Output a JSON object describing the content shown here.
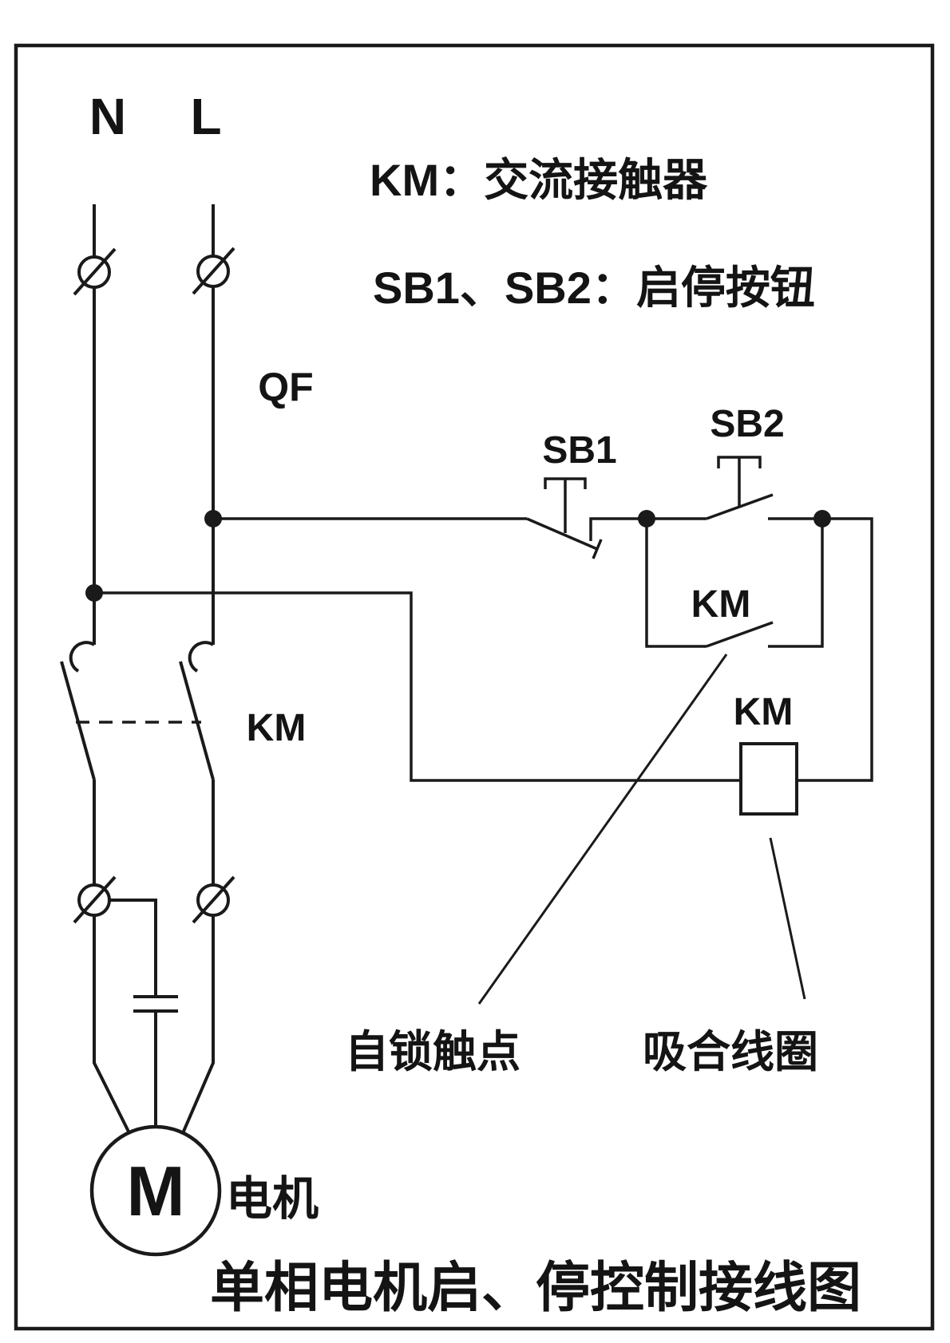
{
  "page": {
    "background": "#ffffff"
  },
  "diagram": {
    "type": "circuit-wiring-diagram",
    "title": {
      "text": "单相电机启、停控制接线图",
      "color": "#2222cc"
    },
    "legend": [
      "KM：交流接触器",
      "SB1、SB2：启停按钮"
    ],
    "labels": {
      "line_n": "N",
      "line_l": "L",
      "breaker": "QF",
      "main_contact": "KM",
      "stop_button": "SB1",
      "start_button": "SB2",
      "aux_contact": "KM",
      "coil": "KM",
      "motor_letter": "M",
      "motor_name": "电机",
      "annotation_self_lock": "自锁触点",
      "annotation_coil": "吸合线圈"
    },
    "colors": {
      "line": "#1a1a1a",
      "title": "#2222cc",
      "background": "#ffffff"
    }
  }
}
